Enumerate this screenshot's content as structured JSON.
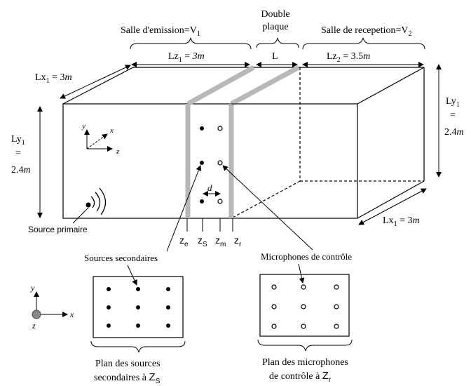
{
  "rooms": {
    "emission_label": "Salle d'emission=V",
    "emission_sub": "1",
    "reception_label": "Salle de recepetion=V",
    "reception_sub": "2",
    "double_plate_line1": "Double",
    "double_plate_line2": "plaque"
  },
  "dimensions": {
    "lz1_base": "Lz",
    "lz1_sub": "1",
    "lz1_eq": " = ",
    "lz1_val": "3m",
    "lz2_base": "Lz",
    "lz2_sub": "2",
    "lz2_eq": " = 3.5",
    "lz2_unit": "m",
    "L": "L",
    "lx1_left_base": "Lx",
    "lx1_left_sub": "1",
    "lx1_left_eq": " = 3",
    "lx1_left_unit": "m",
    "ly1_left_base": "Ly",
    "ly1_left_sub": "1",
    "ly1_left_eq": "=",
    "ly1_left_val": "2.4",
    "ly1_left_unit": "m",
    "ly1_right_base": "Ly",
    "ly1_right_sub": "1",
    "ly1_right_eq": "=",
    "ly1_right_val": "2.4",
    "ly1_right_unit": "m",
    "lx1_right_base": "Lx",
    "lx1_right_sub": "1",
    "lx1_right_eq": " = 3",
    "lx1_right_unit": "m",
    "d": "d"
  },
  "axes": {
    "y": "y",
    "x": "x",
    "z": "z"
  },
  "planes": {
    "ze": "z",
    "ze_sub": "e",
    "zs": "z",
    "zs_sub": "S",
    "zm": "z",
    "zm_sub": "m",
    "zr": "z",
    "zr_sub": "r"
  },
  "labels": {
    "source_primary": "Source primaire",
    "secondary_sources": "Sources secondaires",
    "control_mics": "Microphones de contrôle"
  },
  "panels": {
    "sources_caption_line1": "Plan des sources",
    "sources_caption_line2": "secondaires à ",
    "sources_caption_z": "Z",
    "sources_caption_sub": "S",
    "mics_caption_line1": "Plan des microphones",
    "mics_caption_line2": "de contrôle à ",
    "mics_caption_z": "Z",
    "mics_caption_sub": "r"
  },
  "colors": {
    "plate": "#b8b8b8",
    "line": "#000000"
  }
}
